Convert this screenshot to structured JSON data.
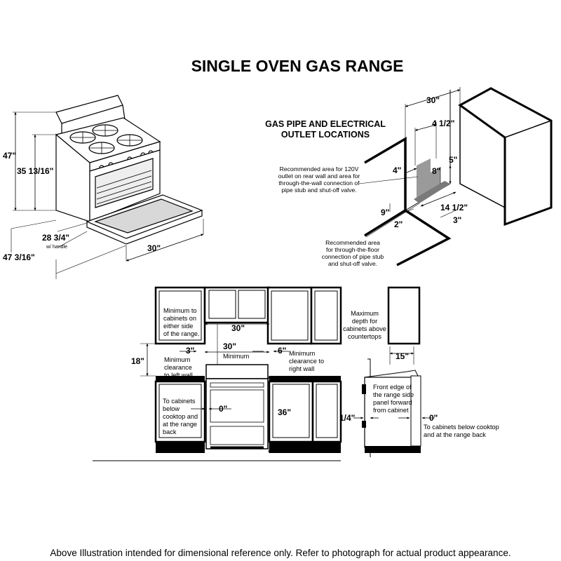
{
  "title": "SINGLE OVEN GAS RANGE",
  "range_view": {
    "height_total": "47\"",
    "height_cooktop": "35 13/16\"",
    "depth": "28 3/4\"",
    "depth_note": "w/ handle",
    "depth_door_open": "47 3/16\"",
    "width": "30\""
  },
  "pipe_section": {
    "heading_line1": "GAS PIPE AND ELECTRICAL",
    "heading_line2": "OUTLET LOCATIONS",
    "dim_width": "30\"",
    "dim_4_5": "4 1/2\"",
    "dim_5": "5\"",
    "dim_8": "8\"",
    "dim_4": "4\"",
    "dim_9": "9\"",
    "dim_2": "2\"",
    "dim_14_5": "14 1/2\"",
    "dim_3": "3\"",
    "wall_note": [
      "Recommended area for 120V",
      "outlet on rear wall and area for",
      "through-the-wall connection of",
      "pipe stub and shut-off valve."
    ],
    "floor_note": [
      "Recommended area",
      "for through-the-floor",
      "connection of pipe stub",
      "and shut-off valve."
    ]
  },
  "install_front": {
    "min_cabinets_note": [
      "Minimum to",
      "cabinets on",
      "either side",
      "of the range."
    ],
    "dim_30_top": "30\"",
    "dim_30_min": "30\"",
    "minimum_label": "Minimum",
    "dim_3": "3\"",
    "dim_6": "6\"",
    "dim_18": "18\"",
    "left_wall_note": [
      "Minimum",
      "clearance",
      "to left wall"
    ],
    "right_wall_note": [
      "Minimum",
      "clearance to",
      "right wall"
    ],
    "below_cooktop_note": [
      "To cabinets",
      "below",
      "cooktop and",
      "at the range",
      "back"
    ],
    "dim_0": "0\"",
    "dim_36": "36\""
  },
  "install_side": {
    "max_depth_note": [
      "Maximum",
      "depth for",
      "cabinets above",
      "countertops"
    ],
    "dim_15": "15\"",
    "front_edge_note": [
      "Front edge of",
      "the range side",
      "panel forward",
      "from cabinet"
    ],
    "dim_quarter": "1/4\"",
    "dim_0": "0\"",
    "below_note": [
      "To cabinets below cooktop",
      "and at the range back"
    ]
  },
  "footer": "Above Illustration intended for dimensional reference only. Refer to photograph for actual product appearance."
}
